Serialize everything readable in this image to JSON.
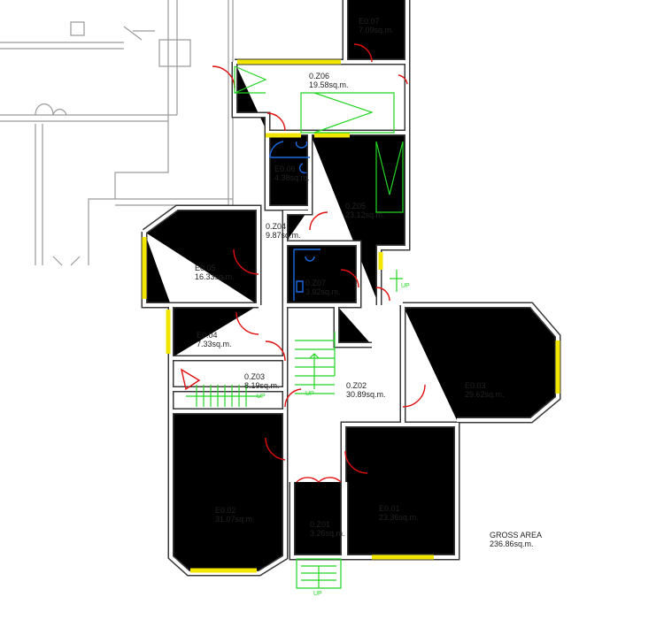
{
  "rooms": [
    {
      "code": "E0.07",
      "area": "7.09sq.m."
    },
    {
      "code": "0.Z06",
      "area": "19.58sq.m."
    },
    {
      "code": "E0.06",
      "area": "4.38sq.m."
    },
    {
      "code": "0.Z05",
      "area": "23.12sq.m."
    },
    {
      "code": "0.Z04",
      "area": "9.87sq.m."
    },
    {
      "code": "E0.05",
      "area": "16.33sq.m."
    },
    {
      "code": "0.Z07",
      "area": "3.92sq.m."
    },
    {
      "code": "E0.04",
      "area": "7.33sq.m."
    },
    {
      "code": "0.Z03",
      "area": "8.19sq.m."
    },
    {
      "code": "0.Z02",
      "area": "30.89sq.m."
    },
    {
      "code": "E0.03",
      "area": "29.62sq.m."
    },
    {
      "code": "E0.02",
      "area": "31.07sq.m."
    },
    {
      "code": "E0.01",
      "area": "23.36sq.m."
    },
    {
      "code": "0.Z01",
      "area": "3.26sq.m."
    }
  ],
  "gross_area": {
    "label": "GROSS AREA",
    "value": "236.86sq.m."
  },
  "stair_labels": [
    "UP",
    "UP",
    "UP",
    "UP"
  ],
  "colors": {
    "wall": "#3a3a3a",
    "door": "#e01010",
    "window": "#f2e600",
    "stair": "#22d422",
    "sanitary": "#1a6ae0"
  }
}
